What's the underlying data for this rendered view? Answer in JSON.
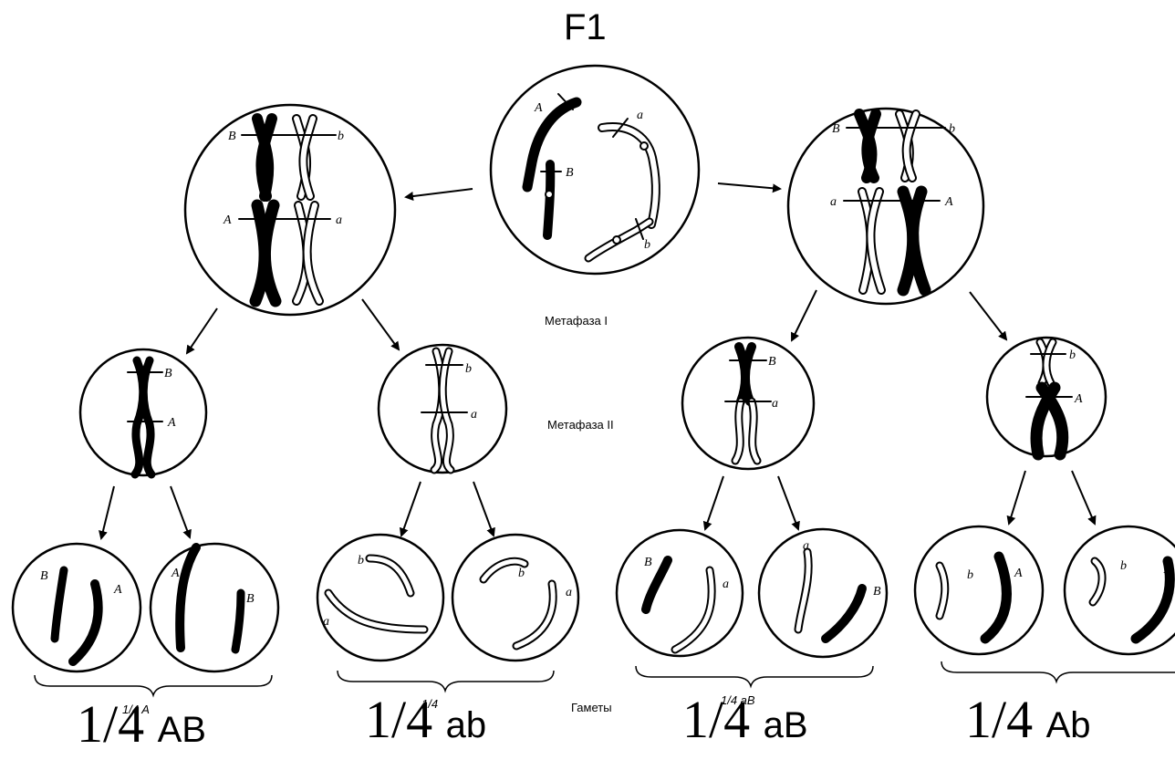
{
  "title": "F1",
  "stages": {
    "metaphase1": "Метафаза I",
    "metaphase2": "Метафаза II",
    "gametes": "Гаметы"
  },
  "gene_labels": {
    "A": "A",
    "a": "a",
    "B": "B",
    "b": "b"
  },
  "small_labels": {
    "g1": "1/4  A",
    "g2": "1/4",
    "g3": "1/4  aB"
  },
  "gamete_groups": [
    {
      "fraction": "1/4",
      "genotype": "AB"
    },
    {
      "fraction": "1/4",
      "genotype": "ab"
    },
    {
      "fraction": "1/4",
      "genotype": "aB"
    },
    {
      "fraction": "1/4",
      "genotype": "Ab"
    }
  ]
}
